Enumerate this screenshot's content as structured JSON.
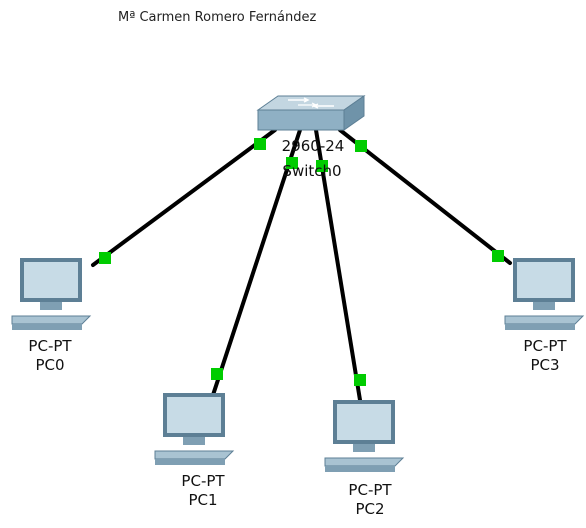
{
  "title": "Mª Carmen Romero Fernández",
  "switch": {
    "model": "2960-24",
    "name": "Switch0"
  },
  "pcs": [
    {
      "id": "pc0",
      "model": "PC-PT",
      "name": "PC0"
    },
    {
      "id": "pc1",
      "model": "PC-PT",
      "name": "PC1"
    },
    {
      "id": "pc2",
      "model": "PC-PT",
      "name": "PC2"
    },
    {
      "id": "pc3",
      "model": "PC-PT",
      "name": "PC3"
    }
  ],
  "colors": {
    "link": "#000000",
    "port_up": "#00cc00",
    "device_body": "#b9cfdb",
    "device_dark": "#5d7f95"
  }
}
